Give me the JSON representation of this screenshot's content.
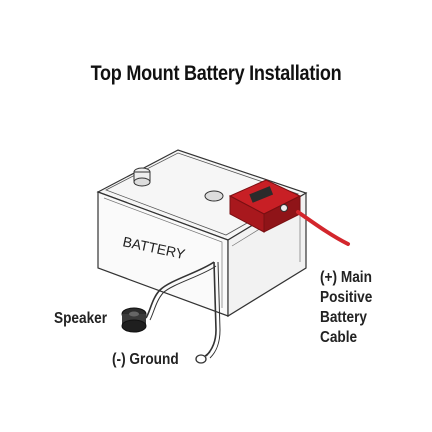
{
  "title": "Top Mount Battery Installation",
  "battery_text": "BATTERY",
  "labels": {
    "speaker": "Speaker",
    "ground": "(-) Ground",
    "main_positive": [
      "(+) Main",
      "Positive",
      "Battery",
      "Cable"
    ]
  },
  "colors": {
    "accent": "#d3262c",
    "outline": "#333333",
    "text": "#111111"
  }
}
